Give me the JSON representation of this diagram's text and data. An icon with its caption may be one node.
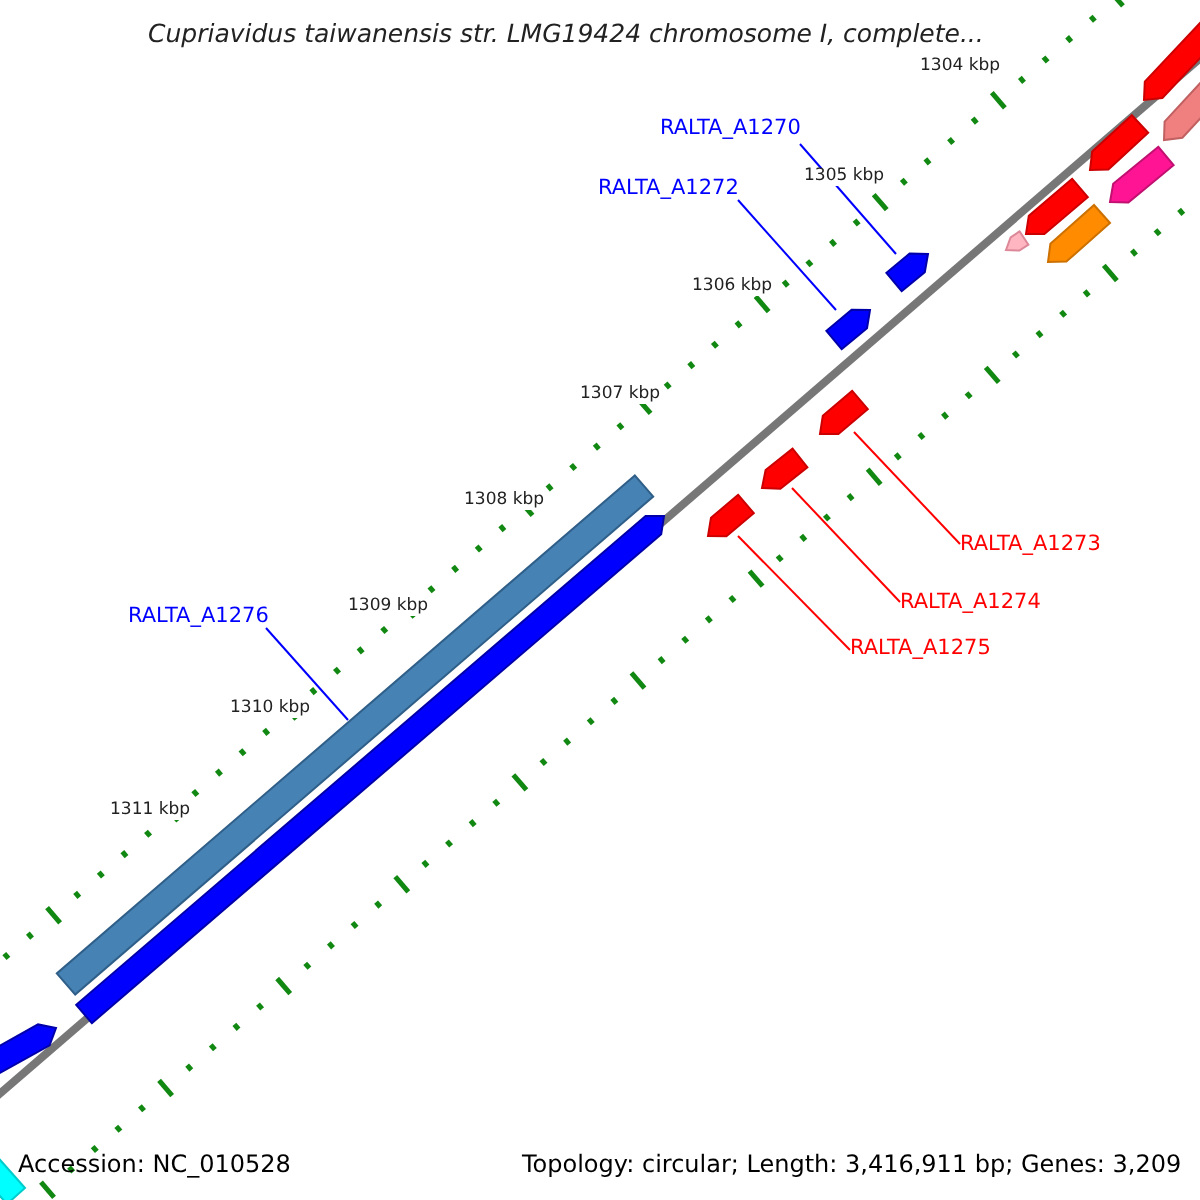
{
  "diagram": {
    "title": "Cupriavidus taiwanensis str. LMG19424 chromosome I, complete...",
    "nodes": [
      {
        "text": [
          "RALTA_A1270"
        ]
      },
      {
        "text": [
          "RALTA_A1272"
        ]
      },
      {
        "text": [
          "RALTA_A1273"
        ]
      },
      {
        "text": [
          "RALTA_A1274"
        ]
      },
      {
        "text": [
          "RALTA_A1275"
        ]
      },
      {
        "text": [
          "RALTA_A1276"
        ]
      },
      {
        "text": [],
        "shape": "bar"
      },
      {
        "text": [],
        "shape": "bar"
      },
      {
        "text": [],
        "shape": "bar"
      },
      {
        "text": [],
        "shape": "bar"
      },
      {
        "text": [],
        "shape": "bar"
      },
      {
        "text": [],
        "shape": "bar"
      }
    ],
    "edges": [
      {
        "from": 0,
        "to": 6,
        "arrow": "none"
      },
      {
        "from": 1,
        "to": 7,
        "arrow": "none"
      },
      {
        "from": 2,
        "to": 8,
        "arrow": "none",
        "color": "#ff0000"
      },
      {
        "from": 3,
        "to": 9,
        "arrow": "none",
        "color": "#ff0000"
      },
      {
        "from": 4,
        "to": 10,
        "arrow": "none",
        "color": "#ff0000"
      },
      {
        "from": 5,
        "to": 11,
        "arrow": "none"
      }
    ],
    "labels": [
      "1304 kbp",
      "1305 kbp",
      "1306 kbp",
      "1307 kbp",
      "1308 kbp",
      "1309 kbp",
      "1310 kbp",
      "1311 kbp",
      "Accession: NC_010528",
      "Topology: circular; Length: 3,416,911 bp; Genes: 3,209"
    ]
  }
}
